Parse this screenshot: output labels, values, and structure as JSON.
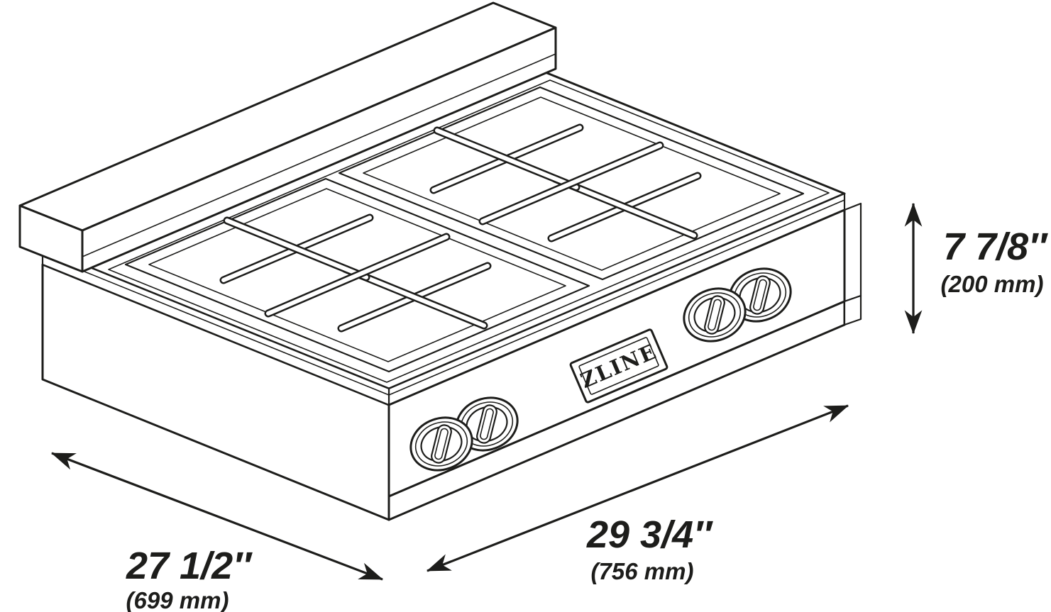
{
  "colors": {
    "background": "#ffffff",
    "line": "#1d1d1b"
  },
  "brand": {
    "label": "ZLINE"
  },
  "dims": {
    "height_in": "7 7/8″",
    "height_mm": "(200 mm)",
    "depth_in": "27 1/2″",
    "depth_mm": "(699 mm)",
    "width_in": "29 3/4″",
    "width_mm": "(756 mm)"
  }
}
